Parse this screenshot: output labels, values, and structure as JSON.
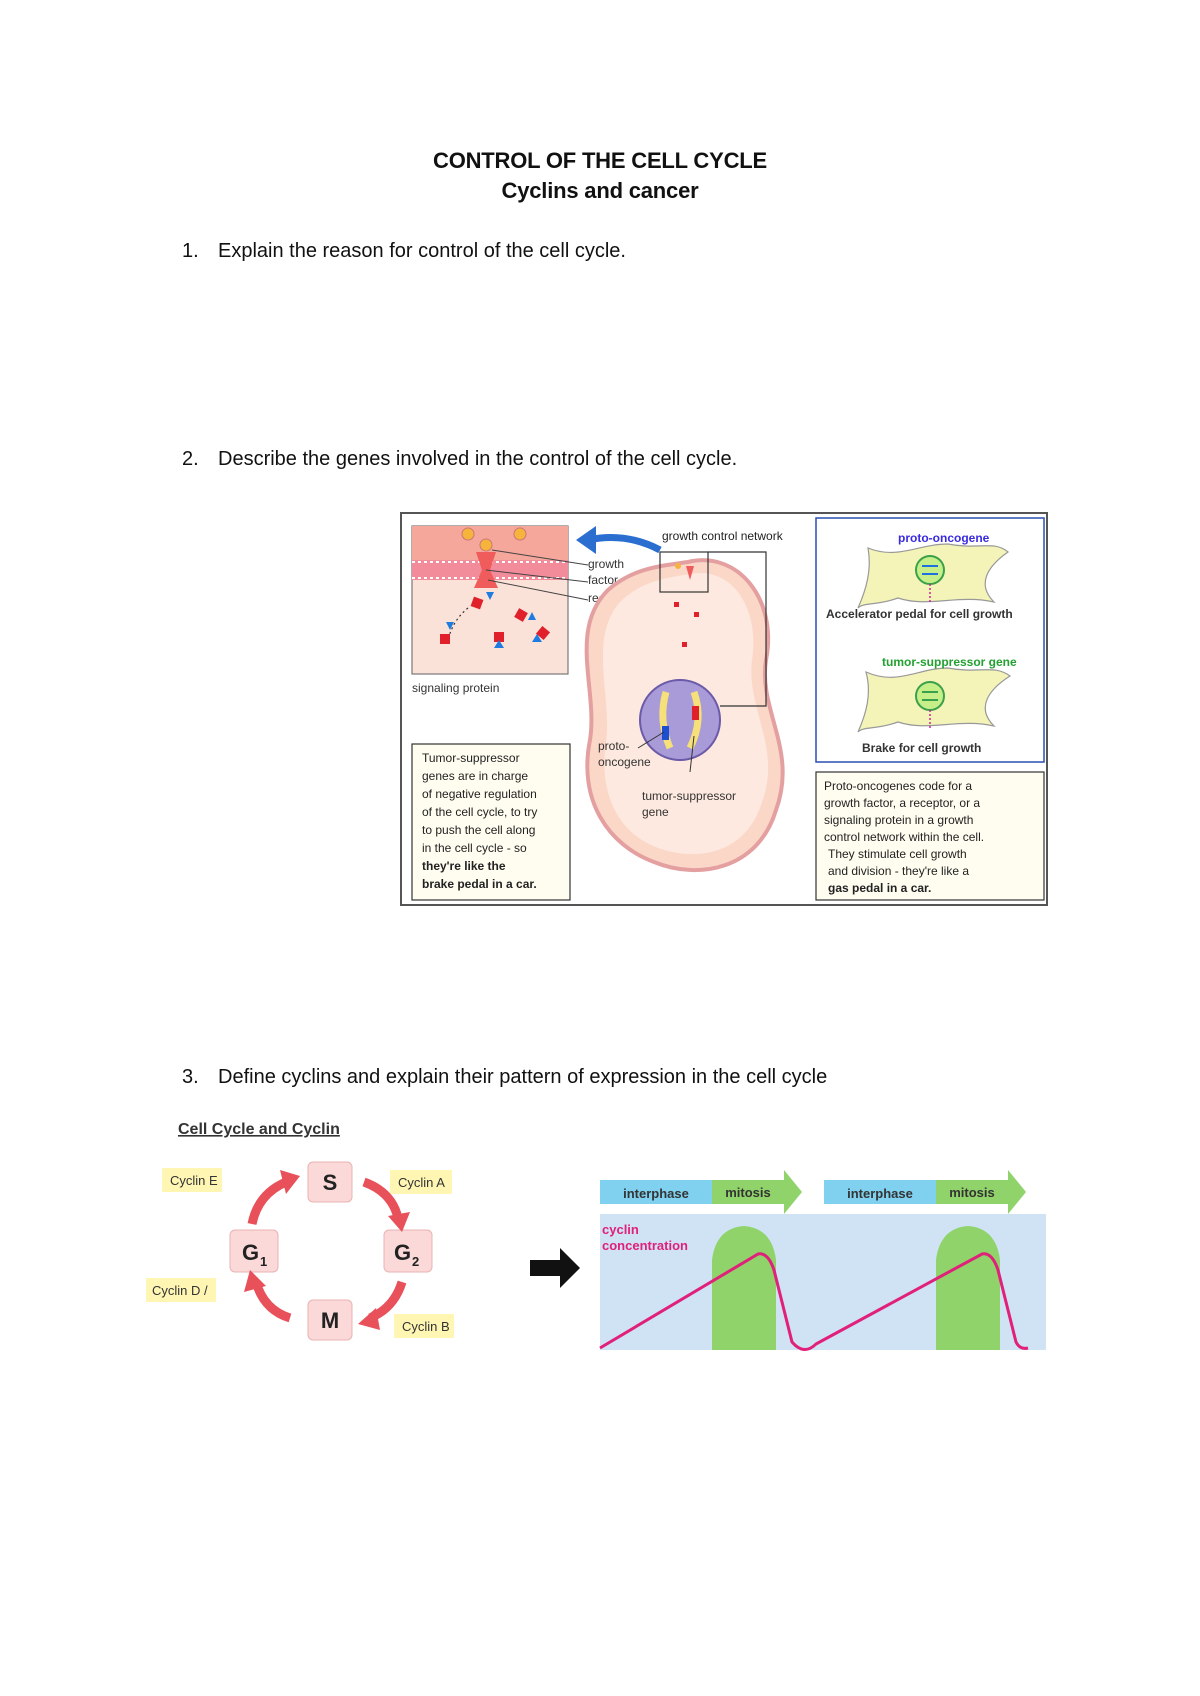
{
  "document": {
    "title": "CONTROL OF THE CELL CYCLE",
    "subtitle": "Cyclins and cancer"
  },
  "questions": [
    {
      "number": "1.",
      "text": "Explain the reason for control of the cell cycle."
    },
    {
      "number": "2.",
      "text": "Describe the genes involved in the control of the cell cycle."
    },
    {
      "number": "3.",
      "text": "Define cyclins and explain their pattern of expression in the cell cycle"
    }
  ],
  "figure_genes": {
    "growth_control_network": "growth control network",
    "growth": "growth",
    "factor": "factor",
    "receptor": "receptor",
    "signaling_protein": "signaling protein",
    "proto": "proto-",
    "oncogene": "oncogene",
    "tumor_suppressor": "tumor-suppressor",
    "gene": "gene",
    "proto_oncogene_label": "proto-oncogene",
    "accelerator": "Accelerator pedal for cell growth",
    "tumor_suppressor_gene_label": "tumor-suppressor gene",
    "brake": "Brake for cell growth",
    "tumor_box": [
      "Tumor-suppressor",
      "genes are in charge",
      "of negative regulation",
      "of the cell cycle, to try",
      "to push the cell along",
      "in the cell cycle - so",
      "they're like the",
      "brake pedal in a car."
    ],
    "proto_box": [
      "Proto-oncogenes code for a",
      "growth factor, a receptor, or a",
      "signaling protein in a growth",
      "control network within the cell.",
      "They stimulate cell growth",
      "and division - they're like a",
      "gas pedal in a car."
    ]
  },
  "figure_cycle": {
    "heading": "Cell Cycle and Cyclin",
    "phases": {
      "s": "S",
      "g1": "G",
      "g1_sub": "1",
      "g2": "G",
      "g2_sub": "2",
      "m": "M"
    },
    "cyclins": {
      "e": "Cyclin E",
      "a": "Cyclin A",
      "d": "Cyclin D /",
      "b": "Cyclin B"
    },
    "bar": [
      "interphase",
      "mitosis",
      "interphase",
      "mitosis"
    ],
    "curve_label_1": "cyclin",
    "curve_label_2": "concentration"
  },
  "colors": {
    "interphase": "#7fd1ef",
    "mitosis": "#8fd36a",
    "cyclin_curve": "#e0207a",
    "phase_box": "#fbd9d9",
    "arrow": "#e8505a",
    "cyclin_tag": "#fff6b3",
    "chart_bg": "#cfe3f5"
  }
}
